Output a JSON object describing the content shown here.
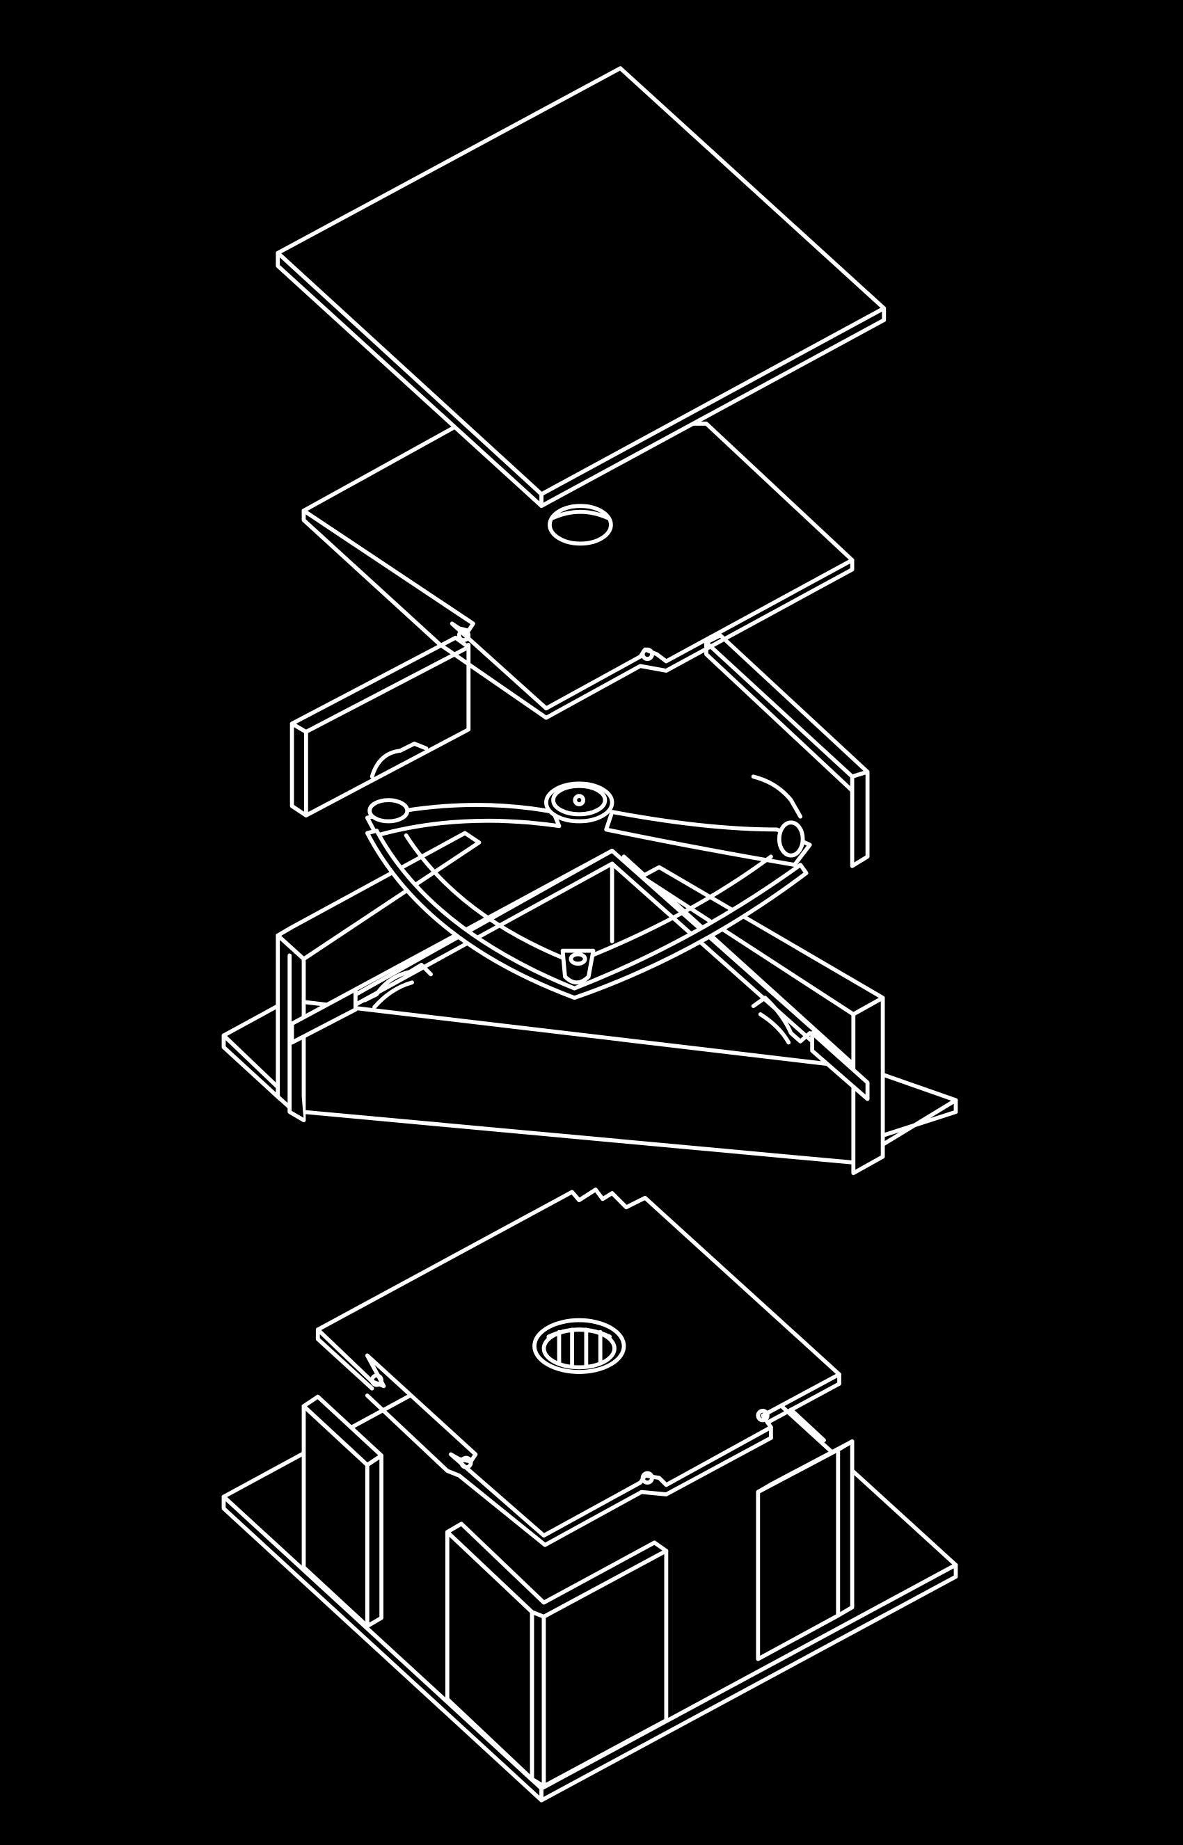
{
  "diagram": {
    "style": "white-line-on-black isometric exploded view",
    "colors": {
      "background": "#000000",
      "line": "#ffffff"
    },
    "components": [
      {
        "id": "top-cover-plate",
        "icon": "plate"
      },
      {
        "id": "upper-plate-with-slot",
        "icon": "plate"
      },
      {
        "id": "rail-frame",
        "icon": "frame"
      },
      {
        "id": "curved-spring-bracket",
        "icon": "bracket"
      },
      {
        "id": "slotted-plate",
        "icon": "plate"
      },
      {
        "id": "base-with-posts",
        "icon": "base"
      }
    ]
  }
}
